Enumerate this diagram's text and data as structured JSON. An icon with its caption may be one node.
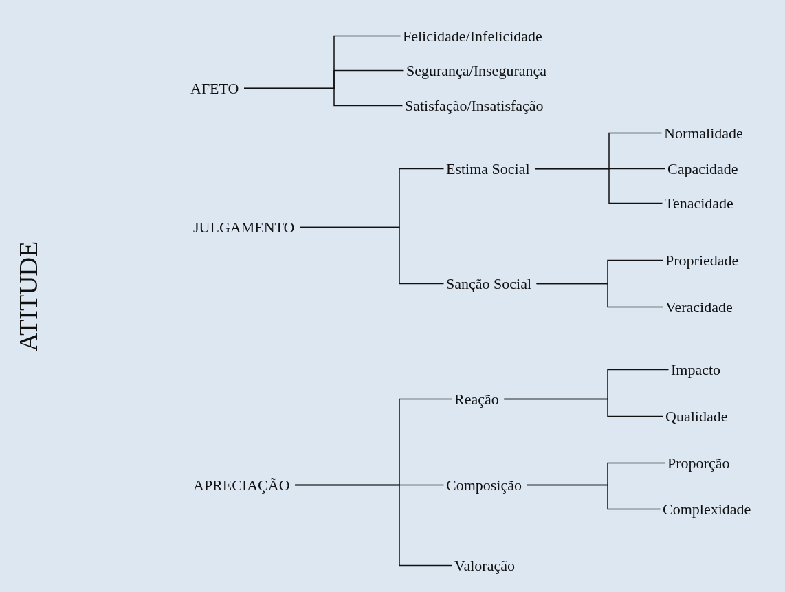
{
  "diagram": {
    "nodes": [
      {
        "text": [
          "ATITUDE"
        ]
      },
      {
        "text": [
          "AFETO"
        ],
        "in": 0
      },
      {
        "text": [
          "Felicidade/Infelicidade"
        ],
        "in": 0
      },
      {
        "text": [
          "Segurança/Insegurança"
        ],
        "in": 0
      },
      {
        "text": [
          "Satisfação/Insatisfação"
        ],
        "in": 0
      },
      {
        "text": [
          "JULGAMENTO"
        ],
        "in": 0
      },
      {
        "text": [
          "Estima Social"
        ],
        "in": 0
      },
      {
        "text": [
          "Normalidade"
        ],
        "in": 0
      },
      {
        "text": [
          "Capacidade"
        ],
        "in": 0
      },
      {
        "text": [
          "Tenacidade"
        ],
        "in": 0
      },
      {
        "text": [
          "Sanção Social"
        ],
        "in": 0
      },
      {
        "text": [
          "Propriedade"
        ],
        "in": 0
      },
      {
        "text": [
          "Veracidade"
        ],
        "in": 0
      },
      {
        "text": [
          "APRECIAÇÃO"
        ],
        "in": 0
      },
      {
        "text": [
          "Reação"
        ],
        "in": 0
      },
      {
        "text": [
          "Impacto"
        ],
        "in": 0
      },
      {
        "text": [
          "Qualidade"
        ],
        "in": 0
      },
      {
        "text": [
          "Composição"
        ],
        "in": 0
      },
      {
        "text": [
          "Proporção"
        ],
        "in": 0
      },
      {
        "text": [
          "Complexidade"
        ],
        "in": 0
      },
      {
        "text": [
          "Valoração"
        ],
        "in": 0
      }
    ],
    "edges": [
      {
        "from": 1,
        "to": 2,
        "arrow": "none"
      },
      {
        "from": 1,
        "to": 3,
        "arrow": "none"
      },
      {
        "from": 1,
        "to": 4,
        "arrow": "none"
      },
      {
        "from": 5,
        "to": 6,
        "arrow": "none"
      },
      {
        "from": 5,
        "to": 10,
        "arrow": "none"
      },
      {
        "from": 6,
        "to": 7,
        "arrow": "none"
      },
      {
        "from": 6,
        "to": 8,
        "arrow": "none"
      },
      {
        "from": 6,
        "to": 9,
        "arrow": "none"
      },
      {
        "from": 10,
        "to": 11,
        "arrow": "none"
      },
      {
        "from": 10,
        "to": 12,
        "arrow": "none"
      },
      {
        "from": 13,
        "to": 14,
        "arrow": "none"
      },
      {
        "from": 13,
        "to": 17,
        "arrow": "none"
      },
      {
        "from": 13,
        "to": 20,
        "arrow": "none"
      },
      {
        "from": 14,
        "to": 15,
        "arrow": "none"
      },
      {
        "from": 14,
        "to": 16,
        "arrow": "none"
      },
      {
        "from": 17,
        "to": 18,
        "arrow": "none"
      },
      {
        "from": 17,
        "to": 19,
        "arrow": "none"
      }
    ]
  }
}
